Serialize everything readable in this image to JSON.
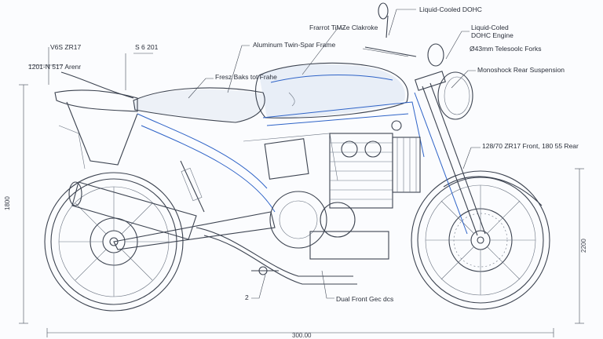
{
  "labels": {
    "liquid_cooled_dohc": "Liquid-Cooled DOHC",
    "frame_stroke": "Frarrot TiMZe Clakroke",
    "liquid_cooled_engine_line1": "Liquid-Coled",
    "liquid_cooled_engine_line2": "DOHC Engine",
    "aluminum_frame": "Aluminum Twin-Spar Frame",
    "forks": "Ø43mm Telesoolc Forks",
    "monoshock": "Monoshock Rear Suspension",
    "front_brake_frame": "Fresz Baks tot Frahe",
    "tires": "128/70 ZR17 Front, 180 55 Rear",
    "dual_front_discs": "Dual Front Gec dcs",
    "v6s": "V6S ZR17",
    "s201": "S 6 201",
    "rear_spec": "1201-N 517 Arenr",
    "callout_2": "2"
  },
  "dimensions": {
    "bottom": "300.00",
    "left": "1800",
    "right": "2200"
  },
  "colors": {
    "line": "#3c4350",
    "accent_blue": "#2e63c7",
    "background": "#fbfcfe"
  }
}
